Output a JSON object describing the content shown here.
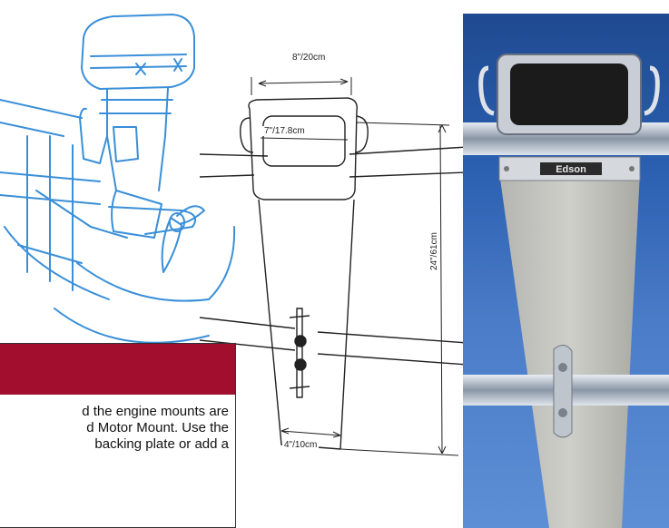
{
  "dimensions": {
    "width": "8\"/20cm",
    "inner_width": "7\"/17.8cm",
    "height": "24\"/61cm",
    "base_width": "4\"/10cm"
  },
  "callout": {
    "line1": "d the engine mounts are",
    "line2": "d Motor Mount. Use the",
    "line3": "backing plate or add a",
    "header_color": "#a10e2e"
  },
  "photo": {
    "brand_label": "Edson"
  },
  "colors": {
    "illustration_stroke": "#3a8fd8",
    "accent": "#a10e2e",
    "sky": "#2b5fb0"
  }
}
